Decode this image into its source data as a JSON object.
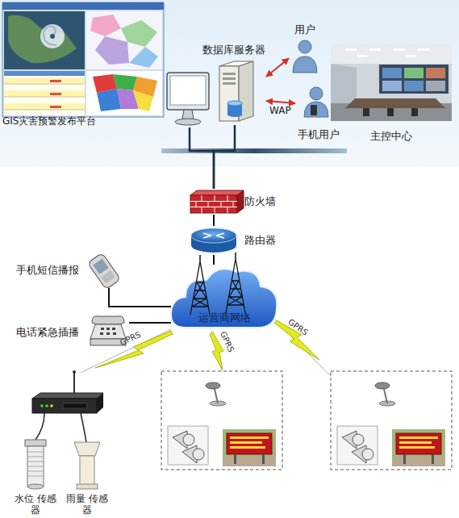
{
  "diagram": {
    "nodes": [
      {
        "text": [
          "GIS灾害预警发布平台"
        ]
      },
      {
        "text": [
          "数据库服务器"
        ]
      },
      {
        "text": [
          "用户"
        ]
      },
      {
        "text": [
          "手机用户"
        ]
      },
      {
        "text": [
          "主控中心"
        ]
      },
      {
        "text": [
          "防火墙"
        ]
      },
      {
        "text": [
          "路由器"
        ]
      },
      {
        "text": [
          "运营商网络"
        ]
      },
      {
        "text": [
          "手机短信播报"
        ]
      },
      {
        "text": [
          "电话紧急插播"
        ]
      },
      {
        "text": [
          "水位 传感器"
        ]
      },
      {
        "text": [
          "雨量 传感器"
        ]
      }
    ],
    "edges": [
      {
        "from": 0,
        "to": 5,
        "arrow": "none"
      },
      {
        "from": 1,
        "to": 5,
        "arrow": "none"
      },
      {
        "from": 1,
        "to": 2,
        "arrow": "both"
      },
      {
        "from": 1,
        "to": 3,
        "label": "WAP",
        "arrow": "both"
      },
      {
        "from": 5,
        "to": 6,
        "arrow": "none"
      },
      {
        "from": 6,
        "to": 7,
        "arrow": "none"
      },
      {
        "from": 8,
        "to": 7,
        "arrow": "none"
      },
      {
        "from": 9,
        "to": 7,
        "arrow": "none"
      }
    ],
    "labels": [
      "GPRS",
      "GPRS",
      "GPRS"
    ]
  }
}
